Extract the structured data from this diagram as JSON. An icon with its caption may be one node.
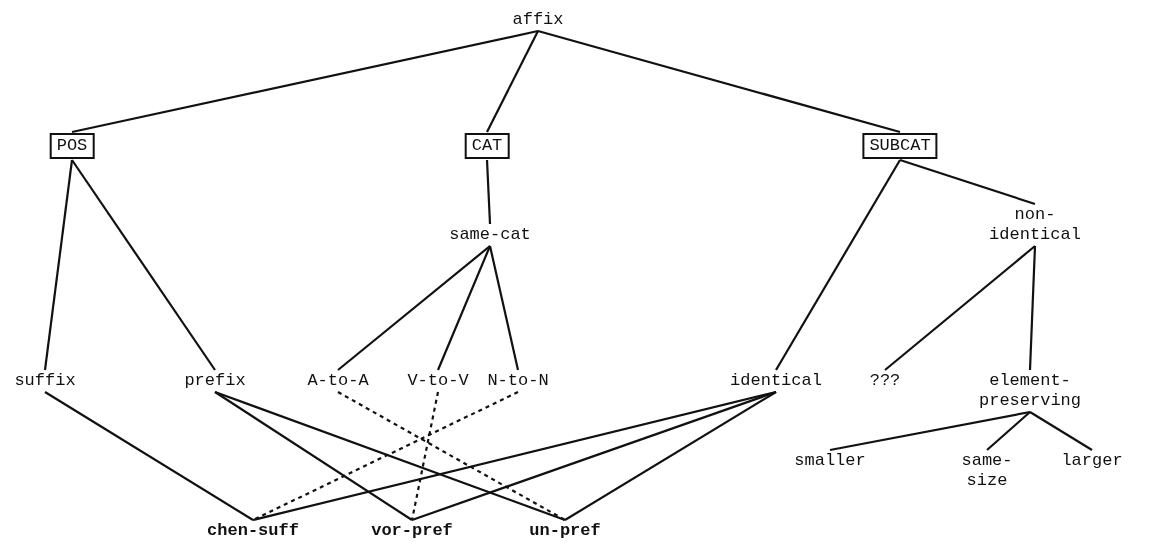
{
  "diagram": {
    "nodes": [
      {
        "text": [
          "affix"
        ]
      },
      {
        "text": [
          "POS"
        ]
      },
      {
        "text": [
          "CAT"
        ]
      },
      {
        "text": [
          "SUBCAT"
        ]
      },
      {
        "text": [
          "same-cat"
        ]
      },
      {
        "text": [
          "non- identical"
        ]
      },
      {
        "text": [
          "suffix"
        ]
      },
      {
        "text": [
          "prefix"
        ]
      },
      {
        "text": [
          "A-to-A"
        ]
      },
      {
        "text": [
          "V-to-V"
        ]
      },
      {
        "text": [
          "N-to-N"
        ]
      },
      {
        "text": [
          "identical"
        ]
      },
      {
        "text": [
          "???"
        ]
      },
      {
        "text": [
          "element- preserving"
        ]
      },
      {
        "text": [
          "smaller"
        ]
      },
      {
        "text": [
          "same- size"
        ]
      },
      {
        "text": [
          "larger"
        ]
      },
      {
        "text": [
          "chen-suff"
        ]
      },
      {
        "text": [
          "vor-pref"
        ]
      },
      {
        "text": [
          "un-pref"
        ]
      }
    ],
    "edges": [
      {
        "from": 0,
        "to": 1,
        "arrow": "none"
      },
      {
        "from": 0,
        "to": 2,
        "arrow": "none"
      },
      {
        "from": 0,
        "to": 3,
        "arrow": "none"
      },
      {
        "from": 1,
        "to": 6,
        "arrow": "none"
      },
      {
        "from": 1,
        "to": 7,
        "arrow": "none"
      },
      {
        "from": 2,
        "to": 4,
        "arrow": "none"
      },
      {
        "from": 3,
        "to": 11,
        "arrow": "none"
      },
      {
        "from": 3,
        "to": 5,
        "arrow": "none"
      },
      {
        "from": 4,
        "to": 8,
        "arrow": "none"
      },
      {
        "from": 4,
        "to": 9,
        "arrow": "none"
      },
      {
        "from": 4,
        "to": 10,
        "arrow": "none"
      },
      {
        "from": 5,
        "to": 12,
        "arrow": "none"
      },
      {
        "from": 5,
        "to": 13,
        "arrow": "none"
      },
      {
        "from": 13,
        "to": 14,
        "arrow": "none"
      },
      {
        "from": 13,
        "to": 15,
        "arrow": "none"
      },
      {
        "from": 13,
        "to": 16,
        "arrow": "none"
      },
      {
        "from": 6,
        "to": 17,
        "arrow": "none"
      },
      {
        "from": 10,
        "to": 17,
        "arrow": "none",
        "style": "dashed"
      },
      {
        "from": 11,
        "to": 17,
        "arrow": "none"
      },
      {
        "from": 7,
        "to": 18,
        "arrow": "none"
      },
      {
        "from": 9,
        "to": 18,
        "arrow": "none",
        "style": "dashed"
      },
      {
        "from": 11,
        "to": 18,
        "arrow": "none"
      },
      {
        "from": 7,
        "to": 19,
        "arrow": "none"
      },
      {
        "from": 8,
        "to": 19,
        "arrow": "none",
        "style": "dashed"
      },
      {
        "from": 11,
        "to": 19,
        "arrow": "none"
      }
    ]
  }
}
